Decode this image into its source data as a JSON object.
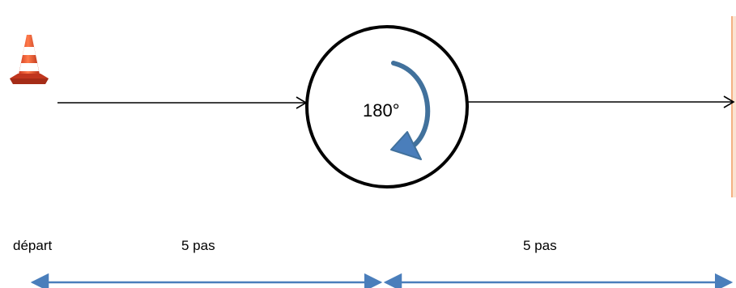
{
  "diagram": {
    "rotation_label": "180°",
    "start_label": "départ",
    "segment_1_label": "5 pas",
    "segment_2_label": "5 pas",
    "icons": [
      "traffic-cone-icon",
      "rotation-arrow-icon"
    ],
    "colors": {
      "line": "#000000",
      "circle": "#000000",
      "rotation_arrow": "#41719c",
      "measure_arrow": "#4a7ebb",
      "wall": "#f4b183",
      "cone_orange": "#e8502a",
      "cone_white": "#ffffff"
    }
  }
}
